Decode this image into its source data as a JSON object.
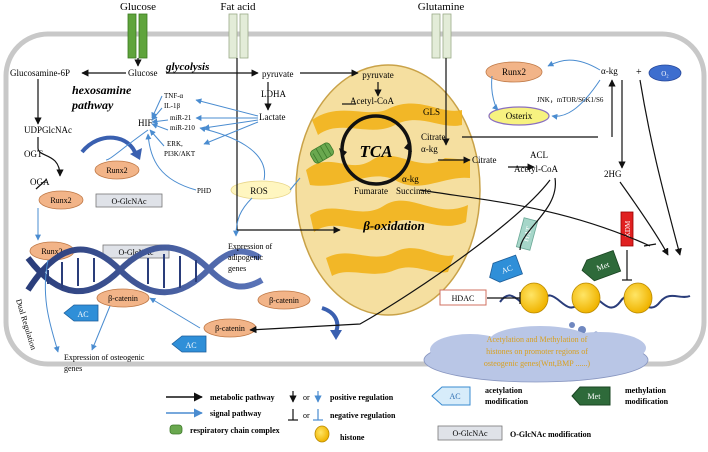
{
  "inputs": {
    "glucose": "Glucose",
    "fat_acid": "Fat acid",
    "glutamine": "Glutamine"
  },
  "left": {
    "glucosamine6p": "Glucosamine-6P",
    "glucose": "Glucose",
    "glycolysis": "glycolysis",
    "hexosamine_line1": "hexosamine",
    "hexosamine_line2": "pathway",
    "udpglcnac": "UDPGlcNAc",
    "ogt": "OGT",
    "oga": "OGA",
    "runx2": "Runx2",
    "o_glcnac": "O-GlcNAc",
    "dual_regulation": "Dual Regulation",
    "expression_osteogenic_line1": "Expression of osteogenic",
    "expression_osteogenic_line2": "genes",
    "beta_catenin": "β-catenin",
    "ac": "AC"
  },
  "center": {
    "pyruvate": "pyruvate",
    "ldha": "LDHA",
    "lactate": "Lactate",
    "hif": "HIF",
    "tnf": "TNF-α",
    "il1b": "IL-1β",
    "mir21": "miR-21",
    "mir210": "miR-210",
    "erk": "ERK,",
    "pi3k": "PI3K/AKT",
    "phd": "PHD",
    "ros": "ROS",
    "adipogenic_line1": "Expression of",
    "adipogenic_line2": "adipogenic",
    "adipogenic_line3": "genes"
  },
  "mito": {
    "pyruvate": "pyruvate",
    "acetyl_coa": "Acetyl-CoA",
    "tca": "TCA",
    "gls": "GLS",
    "citrate": "Citrate",
    "alpha_kg": "α-kg",
    "fumarate": "Fumarate",
    "succinate": "Succinate",
    "alpha_kg2": "α-kg",
    "beta_oxidation": "β-oxidation"
  },
  "right": {
    "runx2": "Runx2",
    "osterix": "Osterix",
    "alpha_kg": "α-kg",
    "o2": "O₂",
    "plus": "+",
    "jnk": "JNK，mTOR/S6K1/S6",
    "citrate": "Citrate",
    "acl": "ACL",
    "acetyl_coa": "Acetyl-CoA",
    "hg2": "2HG",
    "hat": "HAT",
    "kdm": "KDM",
    "met": "Met",
    "ac": "AC",
    "hdac": "HDAC",
    "cloud_line1": "Acetylation and Methylation of",
    "cloud_line2": "histones on promoter regions of",
    "cloud_line3": "osteogenic genes(Wnt,BMP ......)"
  },
  "legend": {
    "metabolic": "metabolic pathway",
    "or1": "or",
    "positive": "positive regulation",
    "signal": "signal pathway",
    "or2": "or",
    "negative": "negative regulation",
    "respiratory": "respiratory chain complex",
    "histone": "histone",
    "ac": "AC",
    "acetylation_line1": "acetylation",
    "acetylation_line2": "modification",
    "met": "Met",
    "methylation_line1": "methylation",
    "methylation_line2": "modification",
    "oglc": "O-GlcNAc",
    "oglc_mod": "O-GlcNAc modification"
  },
  "colors": {
    "mito_fill": "#f5dfa0",
    "cristae": "#f2b21a",
    "salmon": "#f2b488",
    "blue_arrow": "#4a8cd0",
    "green": "#6aa84f",
    "purple": "#3a50a8",
    "cloud": "#b9c6e6"
  }
}
